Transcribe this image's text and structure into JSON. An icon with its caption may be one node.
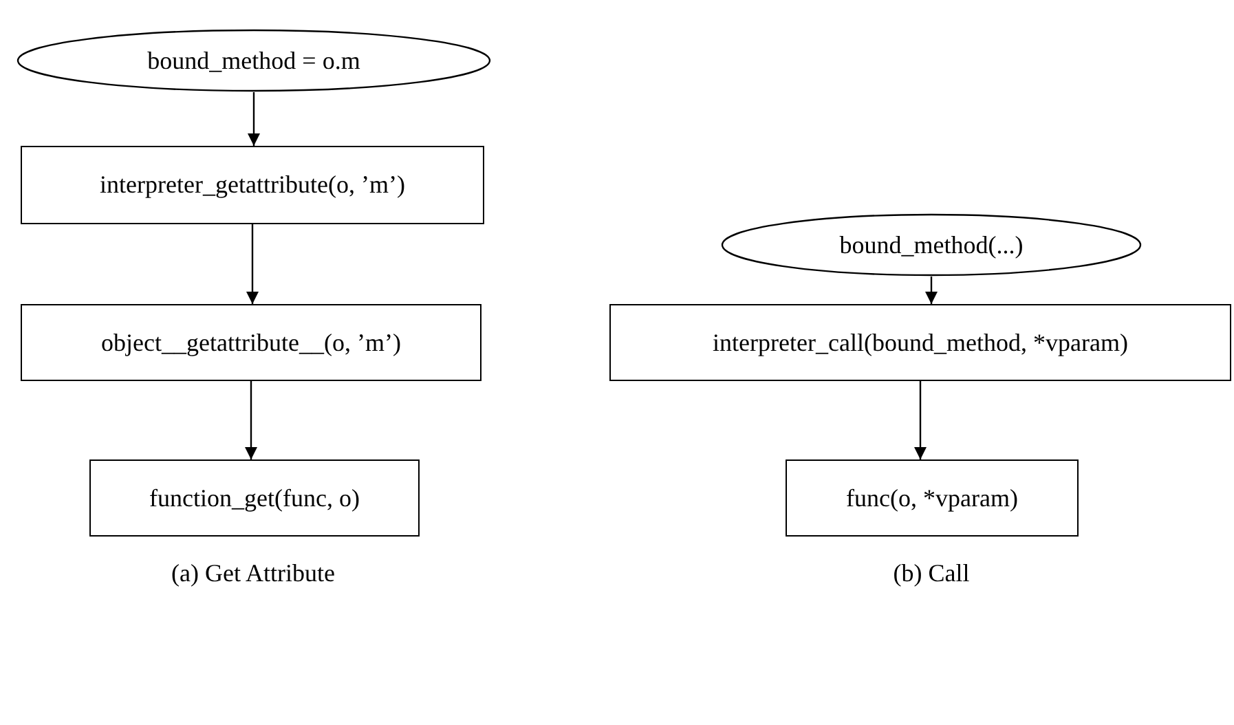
{
  "diagram": {
    "nodes": [
      {
        "text": [
          "bound_method = o.m"
        ]
      },
      {
        "text": [
          "interpreter_getattribute(o, ’m’)"
        ]
      },
      {
        "text": [
          "object__getattribute__(o, ’m’)"
        ]
      },
      {
        "text": [
          "function_get(func, o)"
        ]
      },
      {
        "text": [
          "bound_method(...)"
        ]
      },
      {
        "text": [
          "interpreter_call(bound_method, *vparam)"
        ]
      },
      {
        "text": [
          "func(o, *vparam)"
        ]
      }
    ],
    "edges": [
      {
        "from": 0,
        "to": 1,
        "arrow": "to"
      },
      {
        "from": 1,
        "to": 2,
        "arrow": "to"
      },
      {
        "from": 2,
        "to": 3,
        "arrow": "to"
      },
      {
        "from": 4,
        "to": 5,
        "arrow": "to"
      },
      {
        "from": 5,
        "to": 6,
        "arrow": "to"
      }
    ],
    "labels": [
      "(a) Get Attribute",
      "(b) Call"
    ]
  }
}
